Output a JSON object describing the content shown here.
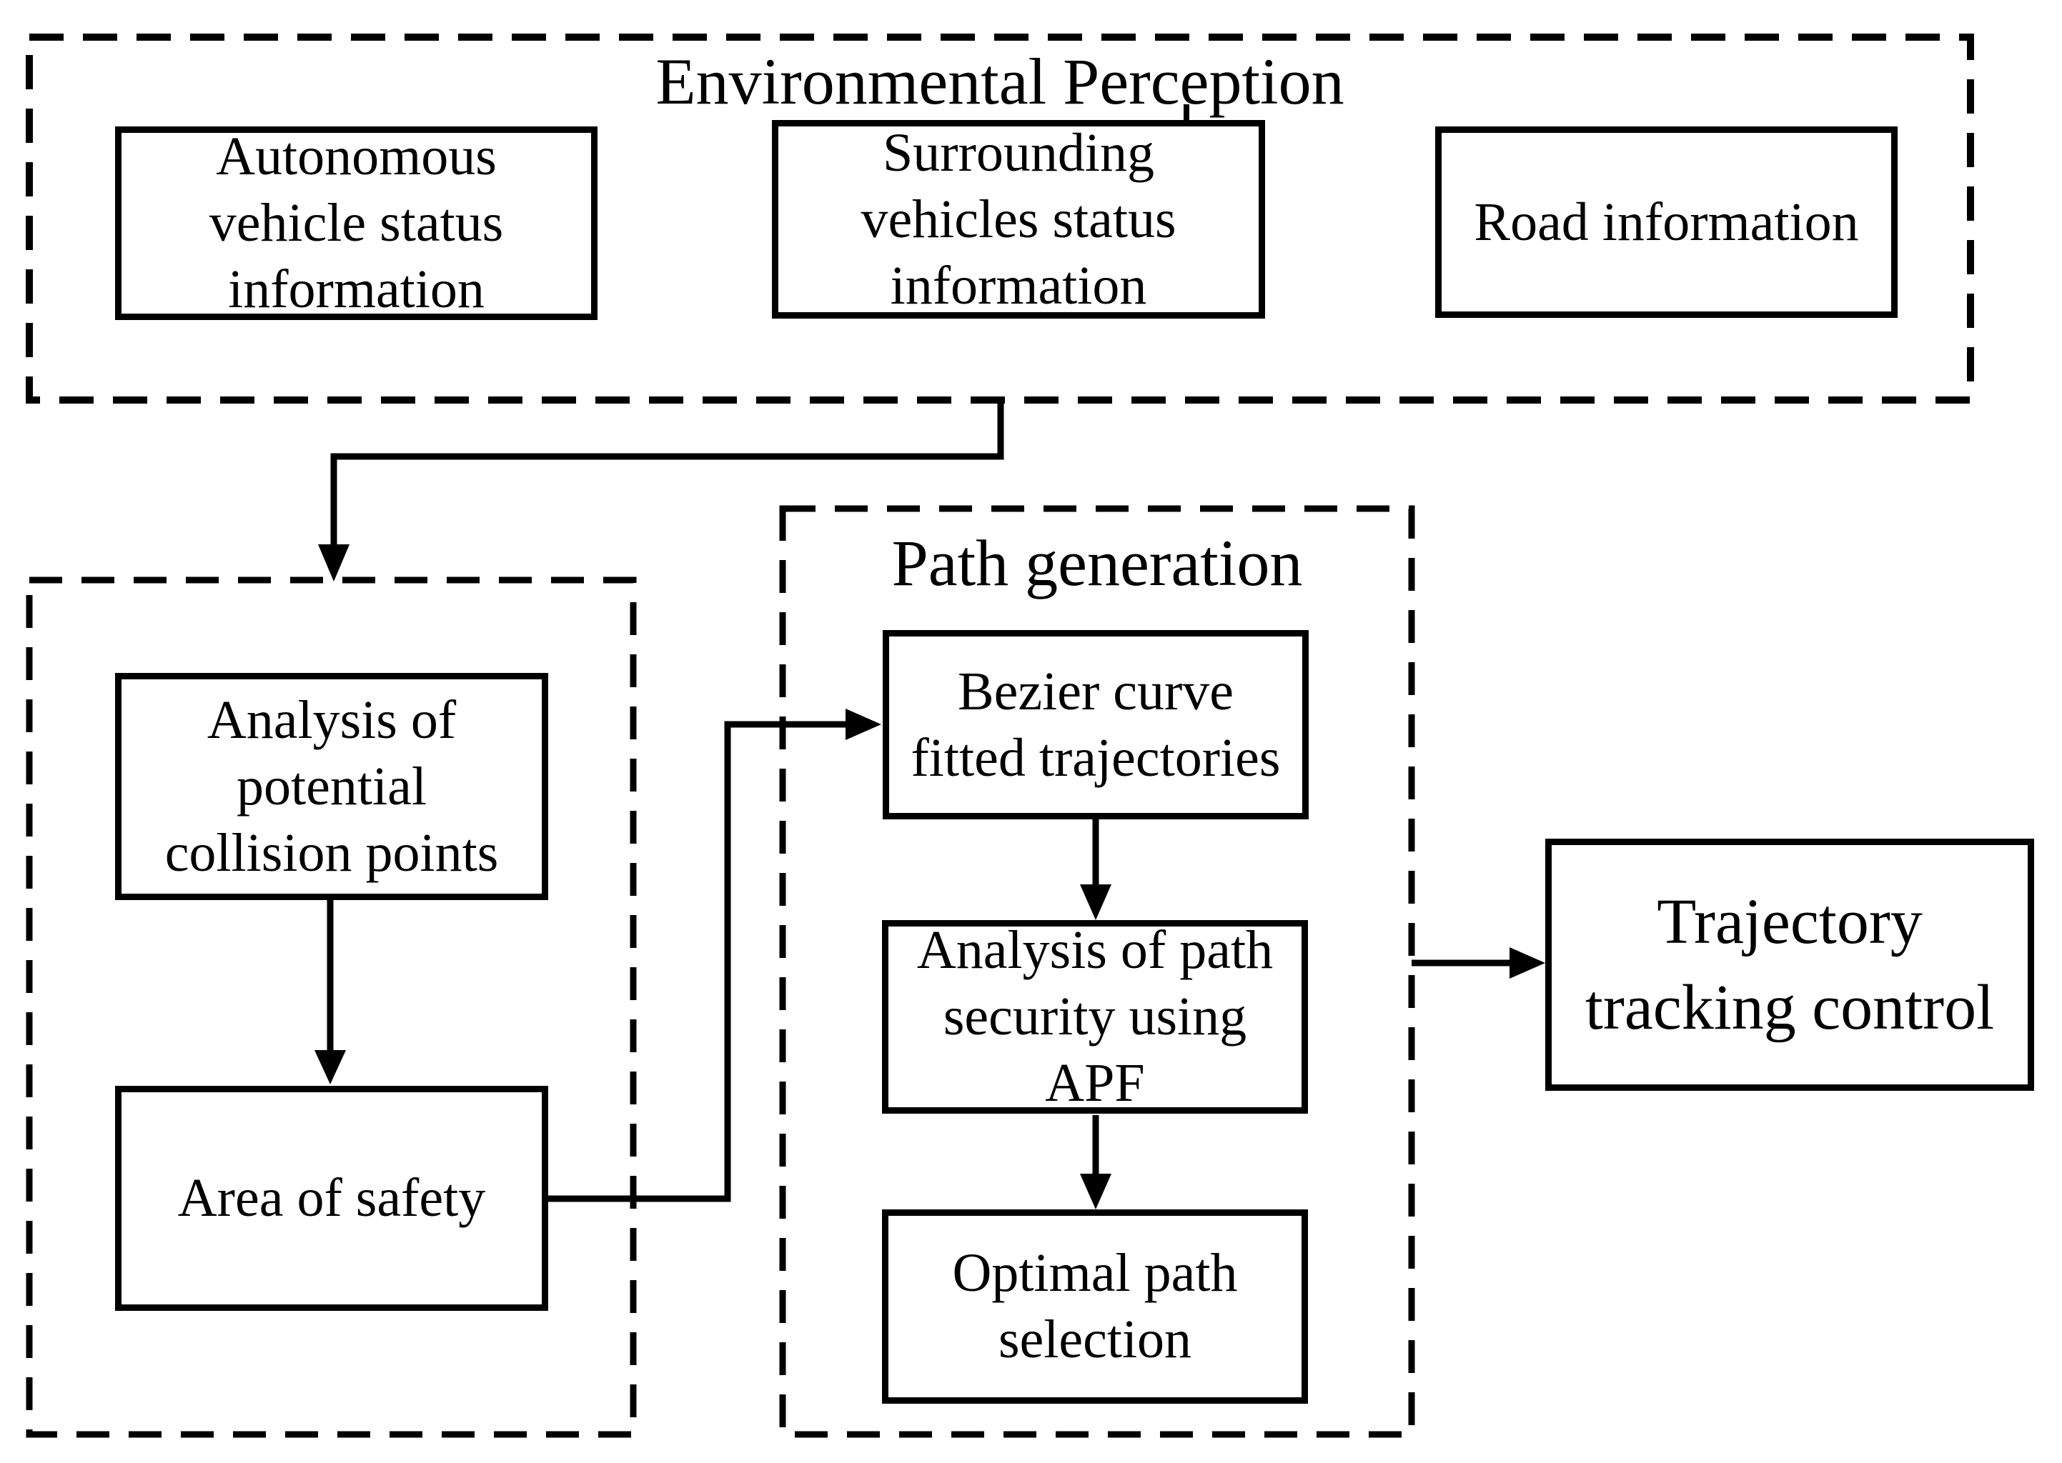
{
  "colors": {
    "ink": "#000000",
    "background": "#ffffff"
  },
  "groups": {
    "environmental_perception": {
      "title": "Environmental Perception"
    },
    "path_generation": {
      "title": "Path generation"
    }
  },
  "boxes": {
    "autonomous": {
      "lines": [
        "Autonomous",
        "vehicle status",
        "information"
      ]
    },
    "surrounding": {
      "lines": [
        "Surrounding",
        "vehicles status",
        "information"
      ]
    },
    "road": {
      "lines": [
        "Road information"
      ]
    },
    "collision": {
      "lines": [
        "Analysis of",
        "potential",
        "collision points"
      ]
    },
    "safety": {
      "lines": [
        "Area of safety"
      ]
    },
    "bezier": {
      "lines": [
        "Bezier curve",
        "fitted trajectories"
      ]
    },
    "apf": {
      "lines": [
        "Analysis of path",
        "security using",
        "APF"
      ]
    },
    "optimal": {
      "lines": [
        "Optimal path",
        "selection"
      ]
    },
    "tracking": {
      "lines": [
        "Trajectory",
        "tracking control"
      ]
    }
  }
}
